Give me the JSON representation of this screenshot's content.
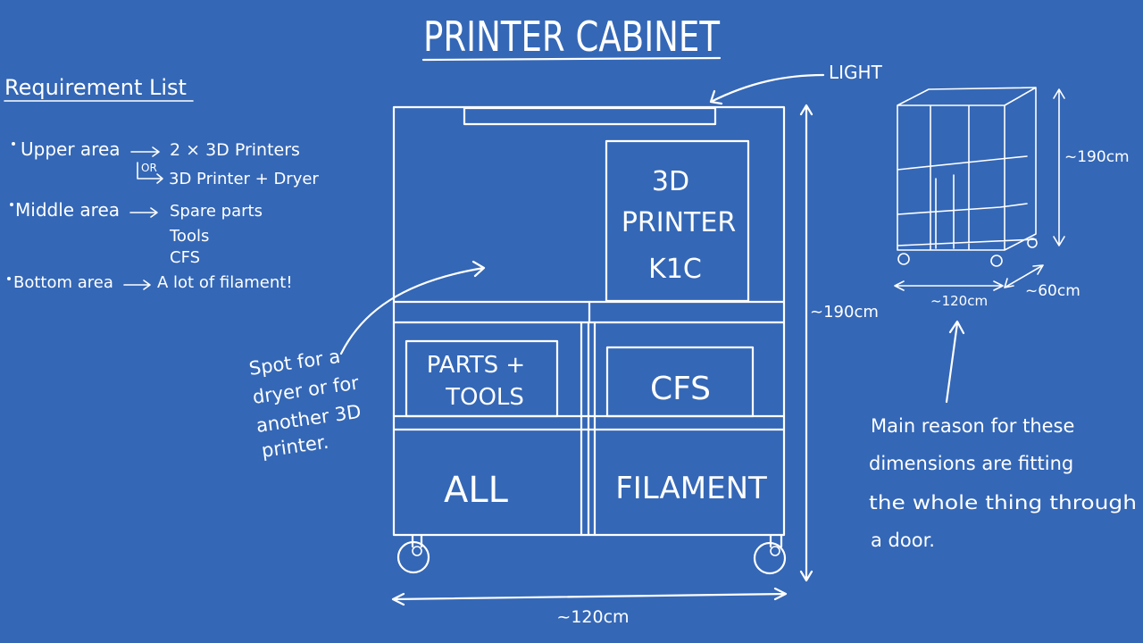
{
  "title": "PRINTER CABINET",
  "requirements": {
    "heading": "Requirement List",
    "upper_label": "Upper area",
    "upper_option1": "2 × 3D Printers",
    "or_label": "OR",
    "upper_option2": "3D Printer + Dryer",
    "middle_label": "Middle area",
    "middle_items": [
      "Spare parts",
      "Tools",
      "CFS"
    ],
    "bottom_label": "Bottom area",
    "bottom_item": "A lot of filament!"
  },
  "cabinet": {
    "light_label": "LIGHT",
    "printer_label": [
      "3D",
      "PRINTER",
      "K1C"
    ],
    "spot_note": [
      "Spot for a",
      "dryer or for",
      "another 3D",
      "printer."
    ],
    "parts_label": [
      "PARTS +",
      "TOOLS"
    ],
    "cfs_label": "CFS",
    "all_label": "ALL",
    "filament_label": "FILAMENT",
    "height_label": "~190cm",
    "width_label": "~120cm"
  },
  "sketch3d": {
    "height_label": "~190cm",
    "width_label": "~120cm",
    "depth_label": "~60cm",
    "reason": [
      "Main reason for these",
      "dimensions are fitting",
      "the whole thing through",
      "a door."
    ]
  },
  "colors": {
    "background": "#3467b6",
    "ink": "#ffffff"
  }
}
